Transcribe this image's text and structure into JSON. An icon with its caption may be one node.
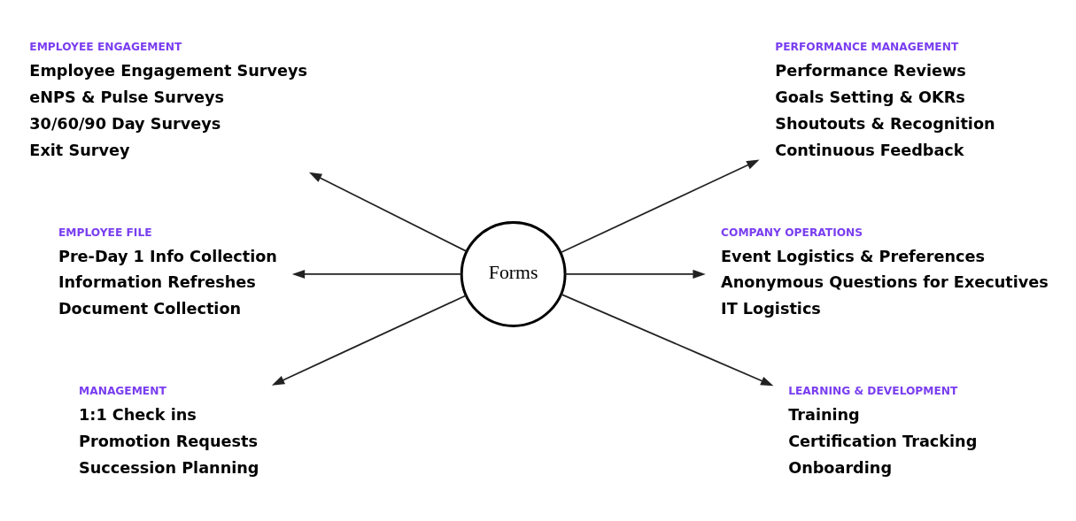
{
  "diagram": {
    "nodes": [
      {
        "text": [
          "EMPLOYEE ENGAGEMENT",
          "Employee Engagement Surveys",
          "eNPS & Pulse Surveys",
          "30/60/90 Day Surveys",
          "Exit Survey"
        ]
      },
      {
        "text": [
          "PERFORMANCE MANAGEMENT",
          "Performance Reviews",
          "Goals Setting & OKRs",
          "Shoutouts & Recognition",
          "Continuous Feedback"
        ]
      },
      {
        "text": [
          "EMPLOYEE FILE",
          "Pre-Day 1 Info Collection",
          "Information Refreshes",
          "Document Collection"
        ]
      },
      {
        "text": [
          "Forms"
        ]
      },
      {
        "text": [
          "COMPANY OPERATIONS",
          "Event Logistics & Preferences",
          "Anonymous Questions for Executives",
          "IT Logistics"
        ]
      },
      {
        "text": [
          "MANAGEMENT",
          "1:1 Check ins",
          "Promotion Requests",
          "Succession Planning"
        ]
      },
      {
        "text": [
          "LEARNING & DEVELOPMENT",
          "Training",
          "Certification Tracking",
          "Onboarding"
        ]
      }
    ],
    "edges": [
      {
        "from": 3,
        "to": 0,
        "arrow": "to"
      },
      {
        "from": 3,
        "to": 1,
        "arrow": "to"
      },
      {
        "from": 3,
        "to": 2,
        "arrow": "to"
      },
      {
        "from": 3,
        "to": 4,
        "arrow": "to"
      },
      {
        "from": 3,
        "to": 5,
        "arrow": "to"
      },
      {
        "from": 3,
        "to": 6,
        "arrow": "to"
      }
    ]
  }
}
